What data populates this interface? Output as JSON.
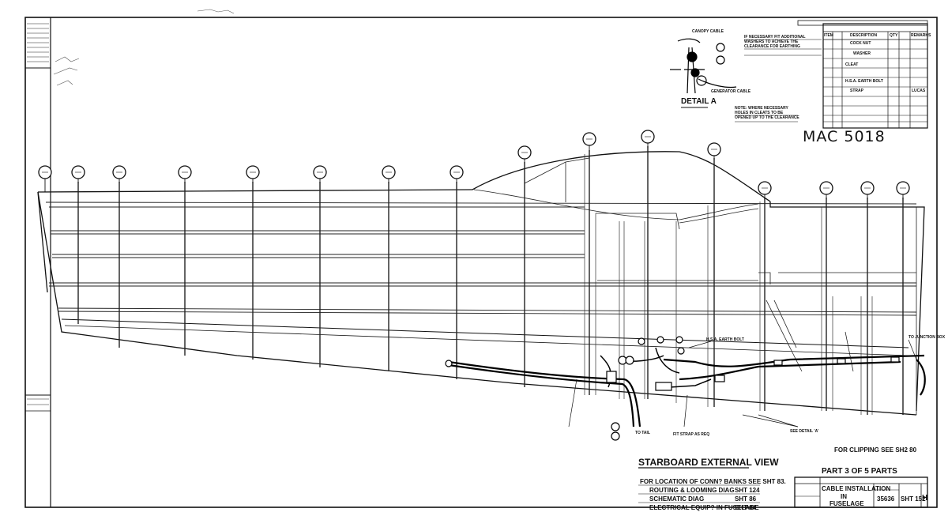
{
  "drawing_number": "MAC 5018",
  "view_title": "STARBOARD EXTERNAL VIEW",
  "detail_title": "DETAIL A",
  "part_label": "PART 3 OF 5 PARTS",
  "clipping_note": "FOR CLIPPING SEE SH2 80",
  "refs": [
    {
      "label": "FOR LOCATION OF CONN? BANKS SEE SHT 83.",
      "sheet": ""
    },
    {
      "label": "ROUTING & LOOMING DIAG",
      "sheet": "SHT 124"
    },
    {
      "label": "SCHEMATIC DIAG",
      "sheet": "SHT 86"
    },
    {
      "label": "ELECTRICAL EQUIP? IN FUSELAGE",
      "sheet": "SHT 84"
    }
  ],
  "title_block": {
    "title_line1": "CABLE INSTALLATION",
    "title_line2": "IN",
    "title_line3": "FUSELAGE",
    "drawing_no": "35636",
    "sheet": "SHT 152",
    "issue": "H"
  },
  "parts_list": {
    "header": [
      "ITEM",
      "DESCRIPTION",
      "QTY",
      "REMARKS"
    ],
    "rows": [
      [
        "",
        "COCK NUT",
        "",
        ""
      ],
      [
        "",
        "WASHER",
        "",
        ""
      ],
      [
        "",
        "CLEAT",
        "",
        ""
      ],
      [
        "",
        "H.S.A. EARTH BOLT",
        "",
        ""
      ],
      [
        "",
        "STRAP",
        "",
        "LUCAS"
      ]
    ]
  },
  "detail_notes": {
    "canopy_cable": "CANOPY CABLE",
    "generator_cable": "GENERATOR CABLE",
    "note1": "IF NECESSARY FIT ADDITIONAL WASHERS TO ACHIEVE THE CLEARANCE FOR EARTHING",
    "note2": "NOTE: WHERE NECESSARY HOLES IN CLEATS TO BE OPENED UP TO THE CLEARANCE"
  },
  "callouts": {
    "earth_bolt": "H.S.A. EARTH BOLT",
    "see_detail": "SEE DETAIL 'A'",
    "strap": "FIT STRAP AS REQ",
    "tail": "TO TAIL",
    "to_junction": "TO JUNCTION BOX"
  }
}
